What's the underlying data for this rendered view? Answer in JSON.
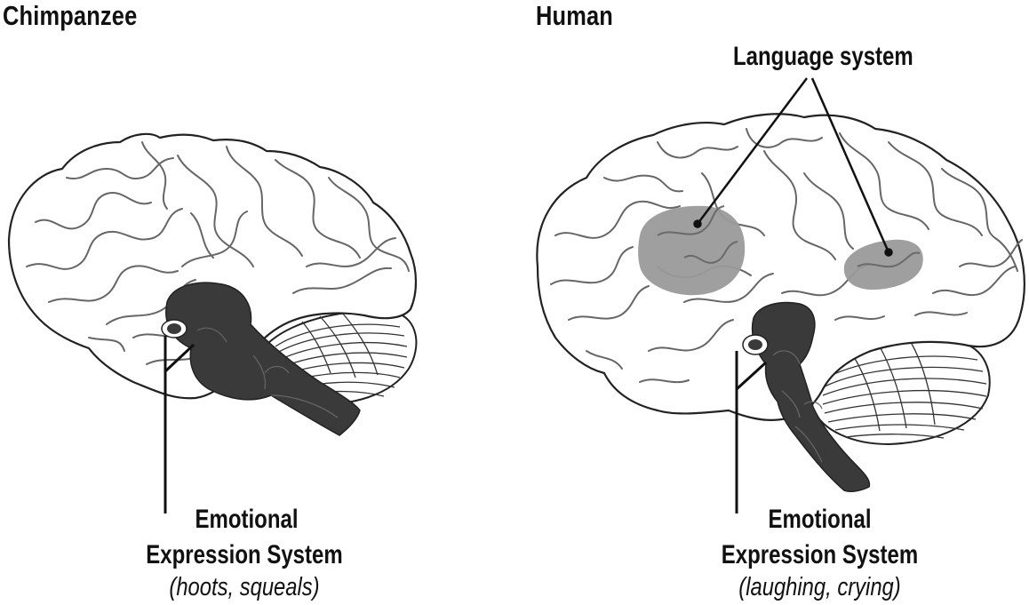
{
  "panels": [
    {
      "title": "Chimpanzee",
      "emotional_label_line1": "Emotional",
      "emotional_label_line2": "Expression System",
      "emotional_examples": "(hoots, squeals)"
    },
    {
      "title": "Human",
      "language_label": "Language system",
      "emotional_label_line1": "Emotional",
      "emotional_label_line2": "Expression System",
      "emotional_examples": "(laughing, crying)"
    }
  ],
  "colors": {
    "outline": "#5a5a5a",
    "emotional_region": "#3a3a3a",
    "language_region": "#9a9a9a",
    "background": "#ffffff"
  }
}
